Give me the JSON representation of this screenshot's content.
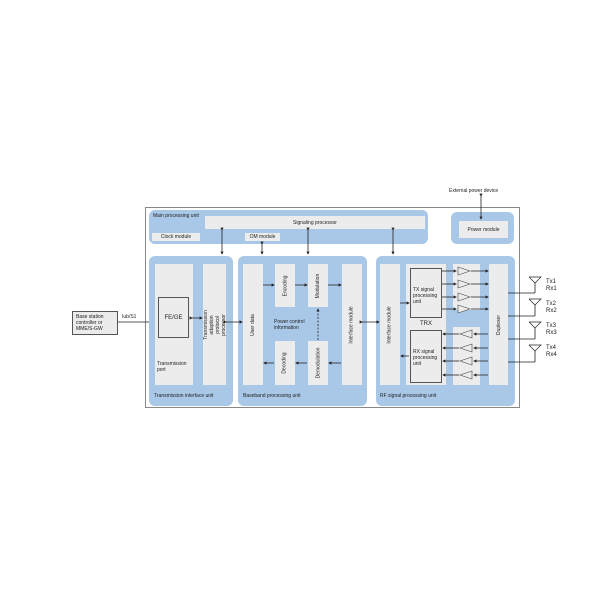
{
  "external_power_device": "External power device",
  "main_processing": {
    "label": "Main processing unit",
    "signaling": "Signaling processor",
    "clock": "Clock module",
    "om": "OM module"
  },
  "power_module": "Power module",
  "transmission": {
    "label": "Transmission interface unit",
    "fege": "FE/GE",
    "port": "Transmission port",
    "tapp": "Transmission adaption protocol processor"
  },
  "baseband": {
    "label": "Baseband processing unit",
    "user_data": "User data",
    "encoding": "Encoding",
    "modulation": "Modulation",
    "decoding": "Decoding",
    "demodulation": "Demodulation",
    "power_control": "Power control information",
    "interface": "Interface module"
  },
  "rf": {
    "label": "RF signal processing unit",
    "interface": "Interface module",
    "tx": "TX signal processing unit",
    "rx": "RX signal processing unit",
    "trx": "TRX",
    "duplexer": "Duplexer"
  },
  "external": {
    "bsc": "Base station controller or MME/S-GW",
    "iub": "Iub/S1"
  },
  "antennas": [
    {
      "tx": "Tx1",
      "rx": "Rx1"
    },
    {
      "tx": "Tx2",
      "rx": "Rx2"
    },
    {
      "tx": "Tx3",
      "rx": "Rx3"
    },
    {
      "tx": "Tx4",
      "rx": "Rx4"
    }
  ]
}
